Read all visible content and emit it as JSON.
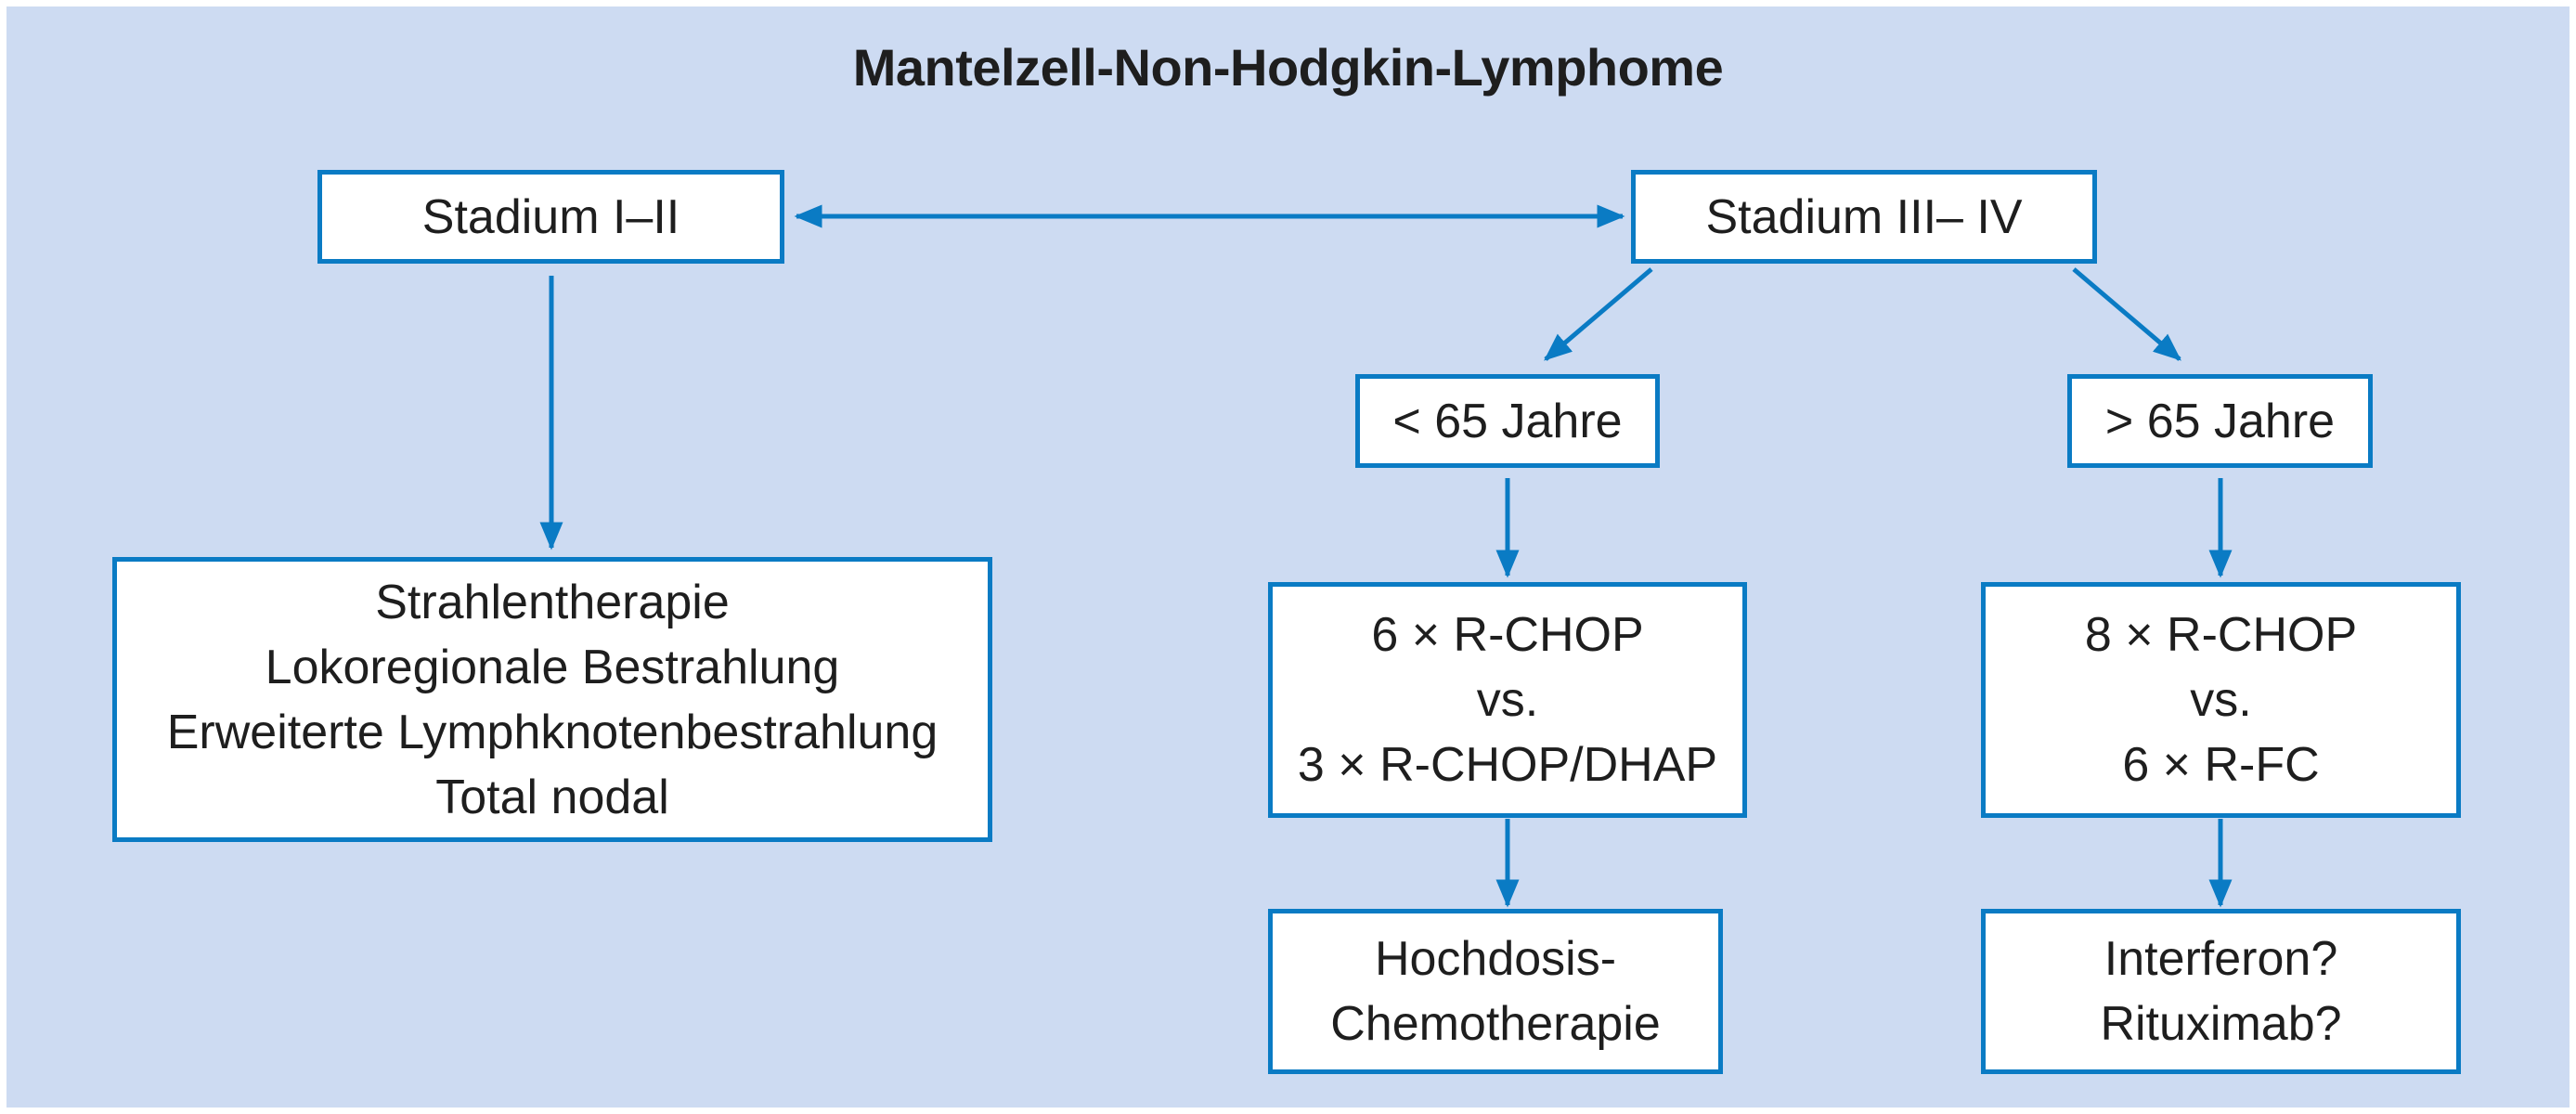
{
  "title": "Mantelzell-Non-Hodgkin-Lymphome",
  "colors": {
    "background": "#cddbf2",
    "accent": "#0a7bc4",
    "box": "#ffffff",
    "text": "#1e1e1e"
  },
  "nodes": {
    "stage_1_2": {
      "lines": [
        "Stadium I–II"
      ]
    },
    "stage_3_4": {
      "lines": [
        "Stadium III– IV"
      ]
    },
    "radiotherapy": {
      "lines": [
        "Strahlentherapie",
        "Lokoregionale Bestrahlung",
        "Erweiterte Lymphknotenbestrahlung",
        "Total nodal"
      ]
    },
    "age_under_65": {
      "lines": [
        "< 65 Jahre"
      ]
    },
    "age_over_65": {
      "lines": [
        "> 65 Jahre"
      ]
    },
    "chemo_young": {
      "lines": [
        "6 × R-CHOP",
        "vs.",
        "3 × R-CHOP/DHAP"
      ]
    },
    "chemo_old": {
      "lines": [
        "8 × R-CHOP",
        "vs.",
        "6 × R-FC"
      ]
    },
    "high_dose": {
      "lines": [
        "Hochdosis-",
        "Chemotherapie"
      ]
    },
    "maintenance": {
      "lines": [
        "Interferon?",
        "Rituximab?"
      ]
    }
  },
  "edges": [
    {
      "from": "stage_1_2",
      "to": "stage_3_4",
      "style": "bidirectional-arrow"
    },
    {
      "from": "stage_1_2",
      "to": "radiotherapy",
      "style": "arrow"
    },
    {
      "from": "stage_3_4",
      "to": "age_under_65",
      "style": "arrow"
    },
    {
      "from": "stage_3_4",
      "to": "age_over_65",
      "style": "arrow"
    },
    {
      "from": "age_under_65",
      "to": "chemo_young",
      "style": "arrow"
    },
    {
      "from": "age_over_65",
      "to": "chemo_old",
      "style": "arrow"
    },
    {
      "from": "chemo_young",
      "to": "high_dose",
      "style": "arrow"
    },
    {
      "from": "chemo_old",
      "to": "maintenance",
      "style": "arrow"
    }
  ]
}
